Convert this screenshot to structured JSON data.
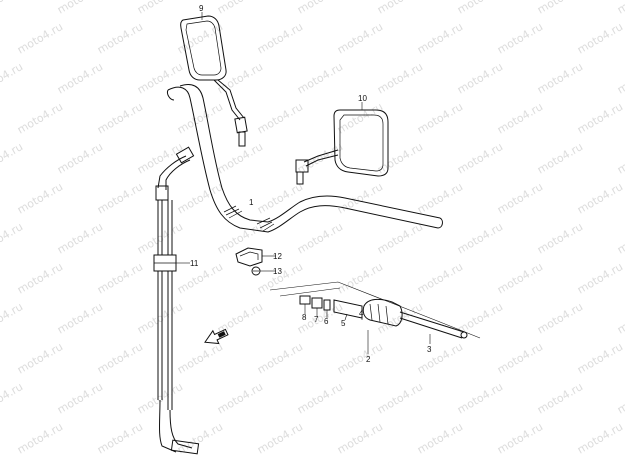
{
  "watermark": {
    "text": "moto4.ru",
    "color": "#dcdcdc"
  },
  "callouts": {
    "handlebar": "1",
    "throttle_grip_assy": "2",
    "throttle_pipe": "3",
    "grip": "4",
    "collar": "5",
    "spacer": "6",
    "bushing": "7",
    "end_cap": "8",
    "mirror_left": "9",
    "mirror_right": "10",
    "throttle_cable": "11",
    "cable_guide": "12",
    "bolt": "13"
  },
  "icons": {
    "front_arrow": "front-arrow-icon"
  }
}
